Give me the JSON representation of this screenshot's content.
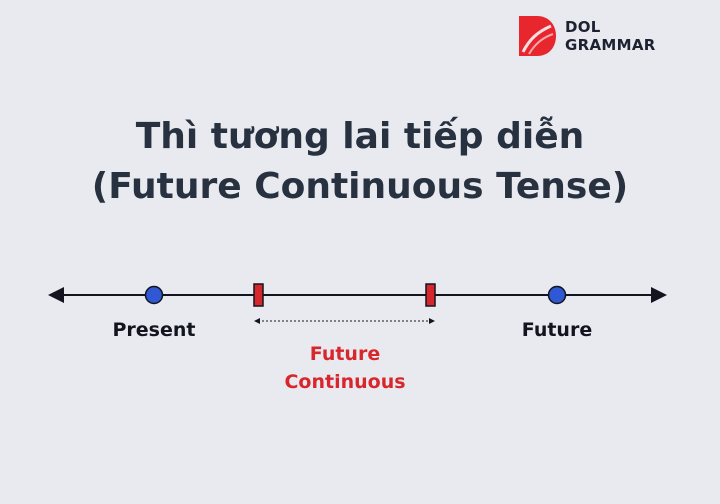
{
  "logo": {
    "line1": "DOL",
    "line2": "GRAMMAR",
    "color": "#e8262e"
  },
  "title": {
    "line1": "Thì tương lai tiếp diễn",
    "line2": "(Future Continuous Tense)"
  },
  "timeline": {
    "present_label": "Present",
    "future_label": "Future",
    "continuous_label_line1": "Future",
    "continuous_label_line2": "Continuous",
    "dot_color": "#3057d4",
    "bar_color": "#d7262c",
    "continuous_label_color": "#d7262c"
  }
}
